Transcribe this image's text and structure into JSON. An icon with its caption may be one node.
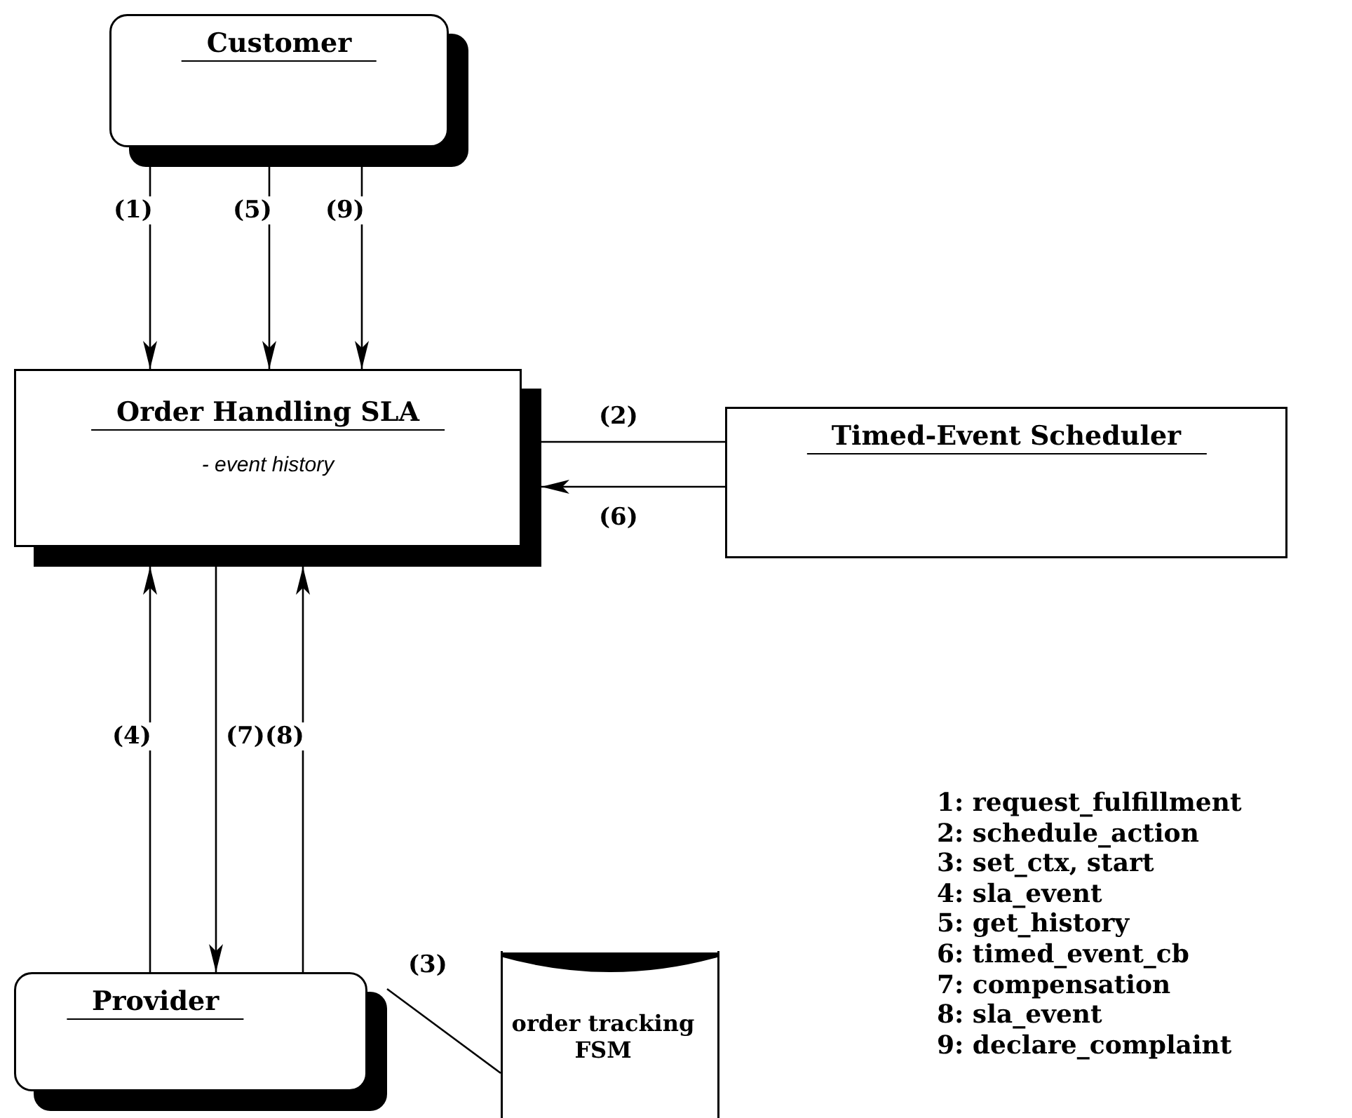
{
  "diagram": {
    "nodes": [
      {
        "text": [
          "Customer"
        ]
      },
      {
        "text": [
          "Order Handling SLA",
          "- event history"
        ]
      },
      {
        "text": [
          "Timed-Event Scheduler"
        ]
      },
      {
        "text": [
          "Provider"
        ]
      },
      {
        "text": [
          "order tracking FSM"
        ]
      }
    ],
    "edges": [
      {
        "from": 0,
        "to": 1,
        "arrow": "to",
        "label": "(1)"
      },
      {
        "from": 0,
        "to": 1,
        "arrow": "to",
        "label": "(5)"
      },
      {
        "from": 0,
        "to": 1,
        "arrow": "to",
        "label": "(9)"
      },
      {
        "from": 1,
        "to": 2,
        "arrow": "none",
        "label": "(2)"
      },
      {
        "from": 2,
        "to": 1,
        "arrow": "to",
        "label": "(6)"
      },
      {
        "from": 3,
        "to": 1,
        "arrow": "to",
        "label": "(4)"
      },
      {
        "from": 1,
        "to": 3,
        "arrow": "to",
        "label": "(7)"
      },
      {
        "from": 3,
        "to": 1,
        "arrow": "to",
        "label": "(8)"
      },
      {
        "from": 3,
        "to": 4,
        "arrow": "none",
        "label": "(3)"
      }
    ],
    "labels": [
      "1: request_fulfillment",
      "2: schedule_action",
      "3: set_ctx, start",
      "4: sla_event",
      "5: get_history",
      "6: timed_event_cb",
      "7: compensation",
      "8: sla_event",
      "9: declare_complaint"
    ]
  }
}
